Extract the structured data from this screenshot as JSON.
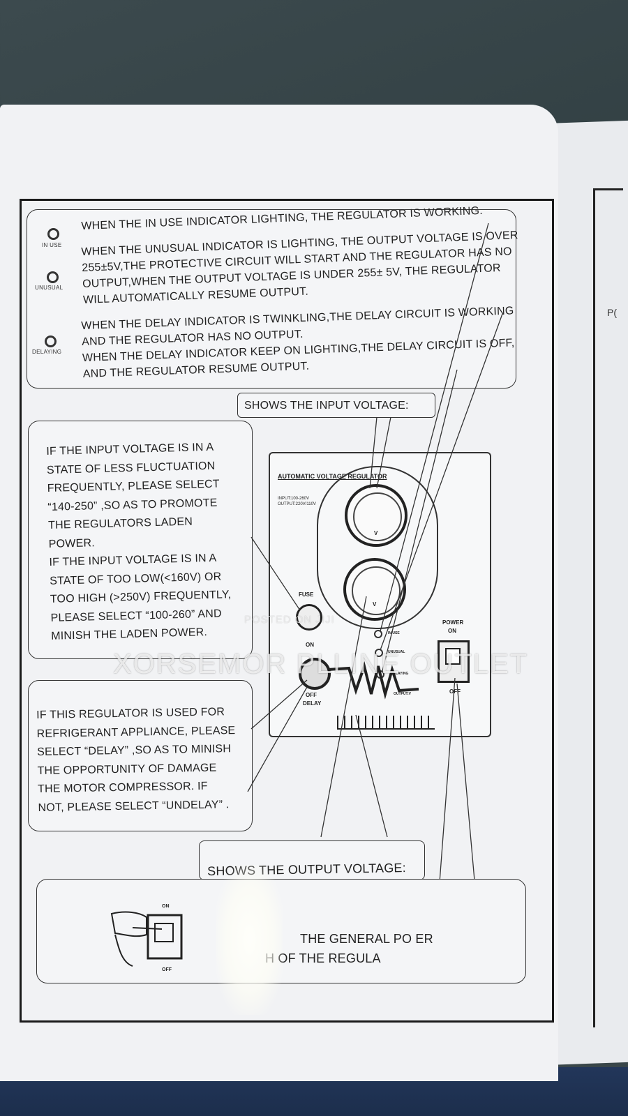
{
  "indicators": [
    {
      "label": "IN USE",
      "lines": [
        "WHEN THE IN USE INDICATOR LIGHTING, THE REGULATOR IS WORKING."
      ]
    },
    {
      "label": "UNUSUAL",
      "lines": [
        "WHEN THE UNUSUAL INDICATOR IS LIGHTING, THE OUTPUT VOLTAGE IS OVER",
        "255±5V,THE PROTECTIVE CIRCUIT WILL START AND THE REGULATOR HAS NO",
        "OUTPUT,WHEN THE OUTPUT VOLTAGE IS UNDER 255± 5V, THE REGULATOR",
        "WILL AUTOMATICALLY RESUME OUTPUT."
      ]
    },
    {
      "label": "DELAYING",
      "lines": [
        "WHEN THE DELAY INDICATOR IS TWINKLING,THE DELAY CIRCUIT IS WORKING",
        "AND THE REGULATOR HAS NO OUTPUT.",
        "WHEN THE DELAY INDICATOR KEEP ON LIGHTING,THE DELAY CIRCUIT IS OFF,",
        "AND THE REGULATOR RESUME OUTPUT."
      ]
    }
  ],
  "callouts": {
    "input_voltage": "SHOWS THE INPUT VOLTAGE:",
    "output_voltage": "SHOWS THE OUTPUT VOLTAGE:"
  },
  "input_box_lines": [
    "IF THE INPUT VOLTAGE IS IN A",
    "STATE OF LESS FLUCTUATION",
    "FREQUENTLY, PLEASE SELECT",
    "“140-250” ,SO AS TO PROMOTE",
    "THE REGULATORS LADEN",
    "POWER.",
    "IF THE INPUT VOLTAGE IS IN A",
    "STATE OF TOO LOW(<160V) OR",
    "TOO HIGH (>250V) FREQUENTLY,",
    "PLEASE SELECT “100-260” AND",
    "MINISH THE LADEN POWER."
  ],
  "delay_box_lines": [
    "IF THIS REGULATOR IS USED FOR",
    "REFRIGERANT APPLIANCE, PLEASE",
    "SELECT “DELAY” ,SO AS TO MINISH",
    "THE OPPORTUNITY OF DAMAGE",
    "THE MOTOR COMPRESSOR. IF",
    "NOT, PLEASE SELECT “UNDELAY” ."
  ],
  "panel": {
    "title": "AUTOMATIC VOLTAGE REGULATOR",
    "input_spec": "INPUT:100-260V",
    "output_spec": "OUTPUT:220V/110V",
    "fuse": "FUSE",
    "on": "ON",
    "off_delay_1": "OFF",
    "off_delay_2": "DELAY",
    "power": "POWER",
    "power_on": "ON",
    "power_off": "OFF",
    "in_use": "IN USE",
    "unusual": "UNUSUAL",
    "delaying": "DELAYING",
    "output_v": "OUTPUT:V",
    "meter_unit": "V"
  },
  "switch_note": {
    "text_line1": "THE GENERAL PO  ER",
    "text_line2": "H OF THE REGULA",
    "on": "ON",
    "off": "OFF"
  },
  "right_page_label": "P(",
  "watermark_small": "POSTED ON JIJI",
  "watermark_large": "XORSEMOR PLLINE OUTLET"
}
